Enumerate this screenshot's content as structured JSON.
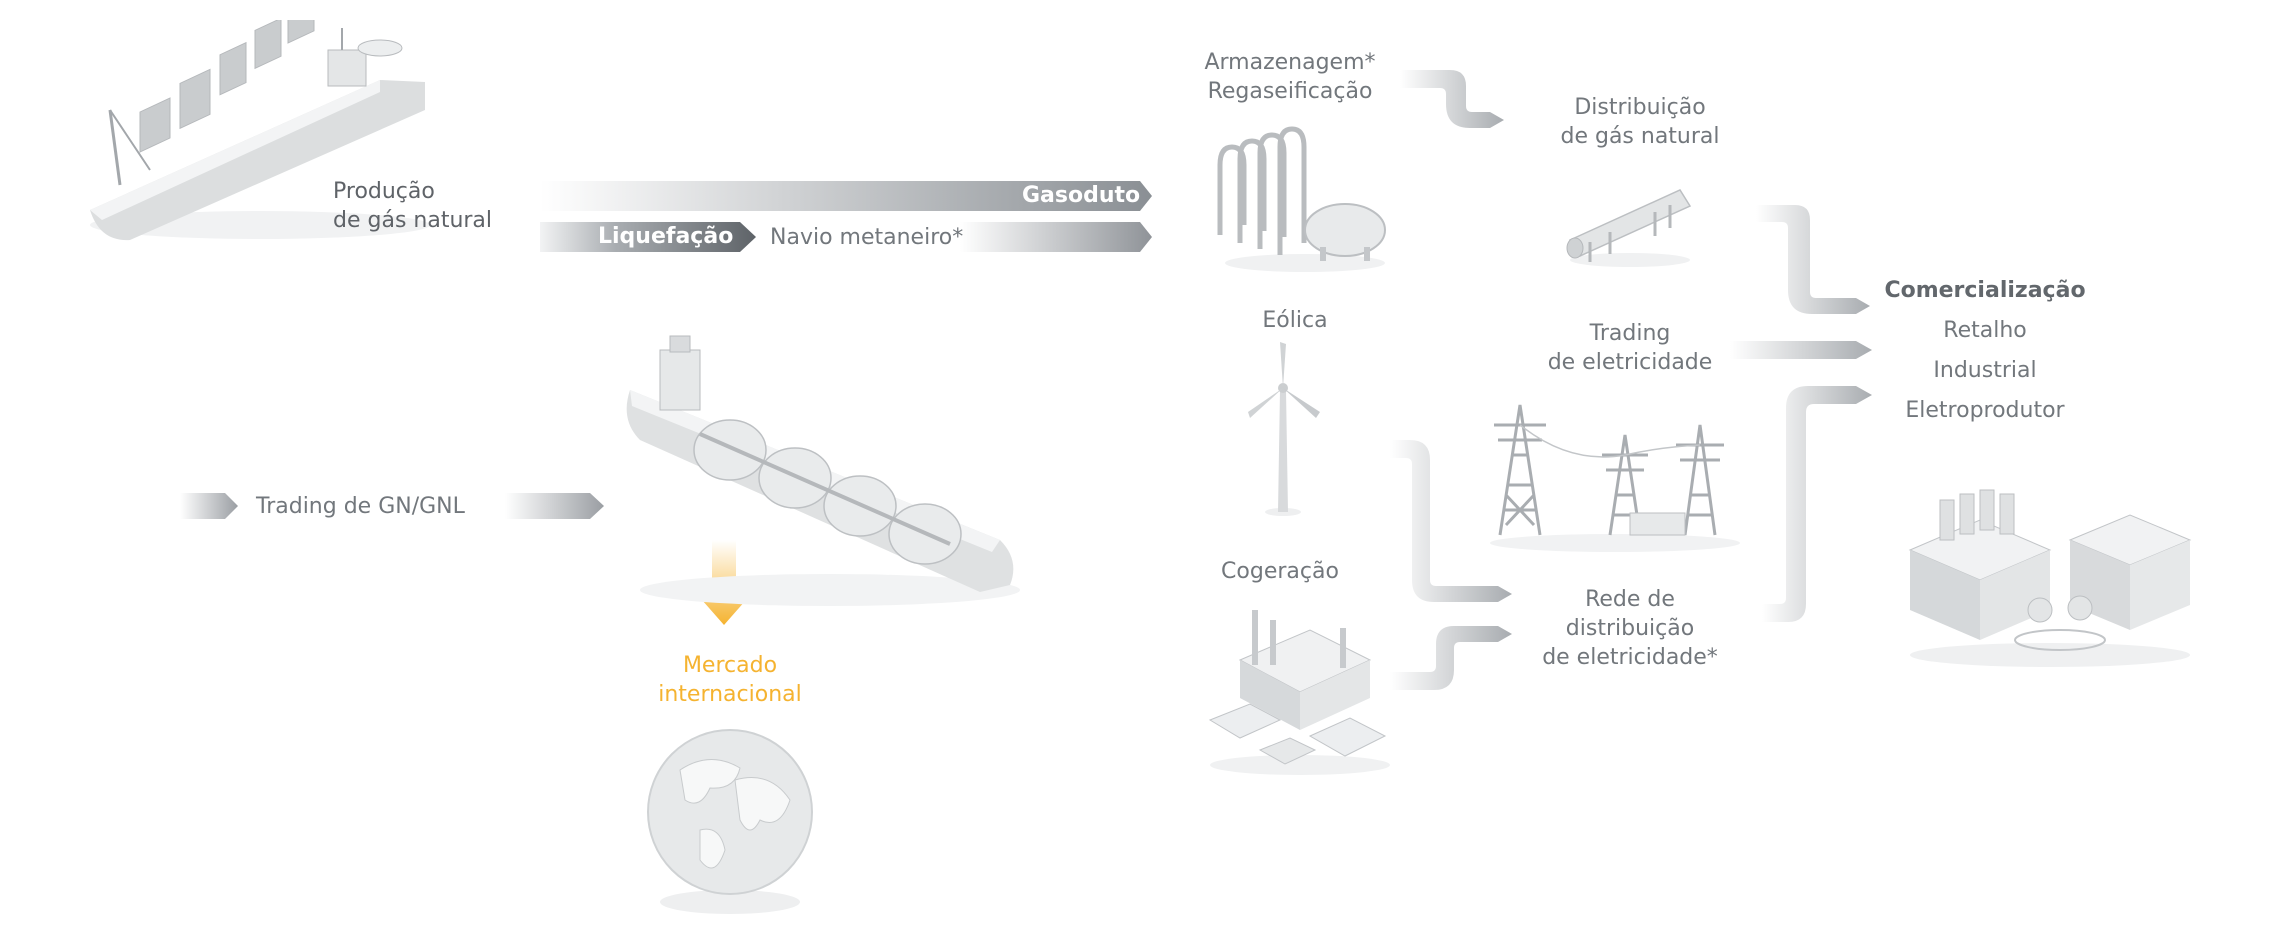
{
  "production": {
    "line1": "Produção",
    "line2": "de gás natural"
  },
  "gasoduto": "Gasoduto",
  "liquefacao": "Liquefação",
  "navio_metaneiro": "Navio metaneiro*",
  "trading_gn_gnl": "Trading de GN/GNL",
  "mercado": {
    "line1": "Mercado",
    "line2": "internacional"
  },
  "armazenagem": {
    "line1": "Armazenagem*",
    "line2": "Regaseificação"
  },
  "distribuicao_gas": {
    "line1": "Distribuição",
    "line2": "de gás natural"
  },
  "eolica": "Eólica",
  "cogeracao": "Cogeração",
  "trading_eletricidade": {
    "line1": "Trading",
    "line2": "de eletricidade"
  },
  "rede_distribuicao": {
    "line1": "Rede de",
    "line2": "distribuição",
    "line3": "de eletricidade*"
  },
  "comercializacao": {
    "title": "Comercialização",
    "items": [
      "Retalho",
      "Industrial",
      "Eletroprodutor"
    ]
  },
  "colors": {
    "arrow_light": "#e9eaeb",
    "arrow_dark": "#8d9196",
    "accent": "#f5b330",
    "text": "#72777c"
  },
  "icons": [
    "fpso-ship-icon",
    "lng-carrier-icon",
    "globe-icon",
    "regasification-plant-icon",
    "pipeline-icon",
    "wind-turbine-icon",
    "cogeneration-plant-icon",
    "power-pylons-icon",
    "factory-buildings-icon"
  ]
}
